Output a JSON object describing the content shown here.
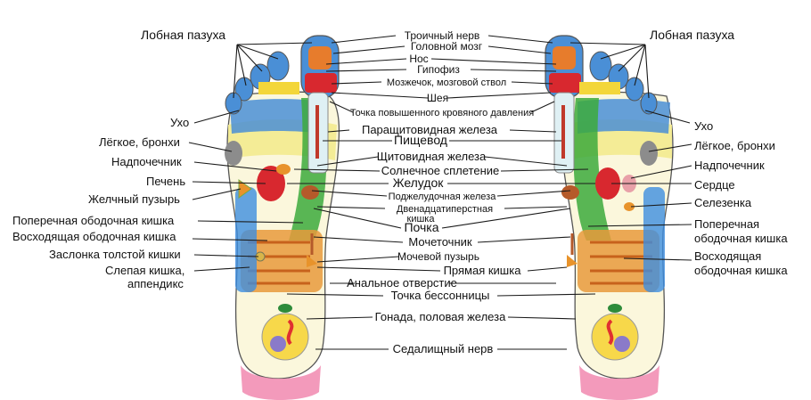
{
  "labels": {
    "left": {
      "frontal_sinus": "Лобная пазуха",
      "ear": "Ухо",
      "lung": "Лёгкое, бронхи",
      "adrenal": "Надпочечник",
      "liver": "Печень",
      "gallbladder": "Желчный пузырь",
      "transverse_colon": "Поперечная ободочная кишка",
      "ascending_colon": "Восходящая ободочная кишка",
      "ileocecal_valve": "Заслонка толстой кишки",
      "appendix_1": "Слепая кишка,",
      "appendix_2": "аппендикс"
    },
    "center": {
      "trigeminal": "Троичный нерв",
      "brain": "Головной мозг",
      "nose": "Нос",
      "pituitary": "Гипофиз",
      "cerebellum": "Мозжечок, мозговой ствол",
      "neck": "Шея",
      "blood_pressure": "Точка повышенного кровяного давления",
      "parathyroid": "Паращитовидная железа",
      "esophagus": "Пищевод",
      "thyroid": "Щитовидная железа",
      "solar_plexus": "Солнечное сплетение",
      "stomach": "Желудок",
      "pancreas": "Поджелудочная железа",
      "duodenum_1": "Двенадцатиперстная",
      "duodenum_2": "кишка",
      "kidney": "Почка",
      "ureter": "Мочеточник",
      "bladder": "Мочевой пузырь",
      "rectum": "Прямая кишка",
      "anus": "Анальное отверстие",
      "insomnia": "Точка бессонницы",
      "gonad": "Гонада, половая железа",
      "sciatic": "Седалищный нерв"
    },
    "right": {
      "frontal_sinus": "Лобная пазуха",
      "ear": "Ухо",
      "lung": "Лёгкое, бронхи",
      "adrenal": "Надпочечник",
      "heart": "Сердце",
      "spleen": "Селезенка",
      "transverse_1": "Поперечная",
      "transverse_2": "ободочная кишка",
      "ascending_1": "Восходящая",
      "ascending_2": "ободочная кишка"
    }
  }
}
